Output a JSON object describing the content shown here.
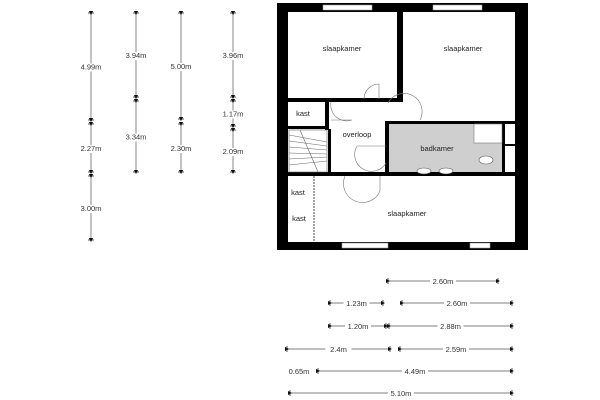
{
  "rooms": {
    "bedroom_top_left": "slaapkamer",
    "bedroom_top_right": "slaapkamer",
    "closet_top": "kast",
    "landing": "overloop",
    "bathroom": "badkamer",
    "closet_bottom_1": "kast",
    "closet_bottom_2": "kast",
    "bedroom_bottom": "slaapkamer"
  },
  "vertical_dimensions": [
    [
      "4.99m",
      "2.27m",
      "3.00m"
    ],
    [
      "3.94m",
      "3.34m"
    ],
    [
      "5.00m",
      "2.30m"
    ],
    [
      "3.96m",
      "1.17m",
      "2.09m"
    ]
  ],
  "horizontal_dimensions": [
    [
      "2.60m"
    ],
    [
      "1.23m",
      "2.60m"
    ],
    [
      "1.20m",
      "2.88m"
    ],
    [
      "2.4m",
      "2.59m"
    ],
    [
      "0.65m",
      "4.49m"
    ],
    [
      "5.10m"
    ]
  ],
  "colors": {
    "wall": "#000000",
    "bathroom": "#cfcfcf",
    "dimension_line": "#555555"
  }
}
